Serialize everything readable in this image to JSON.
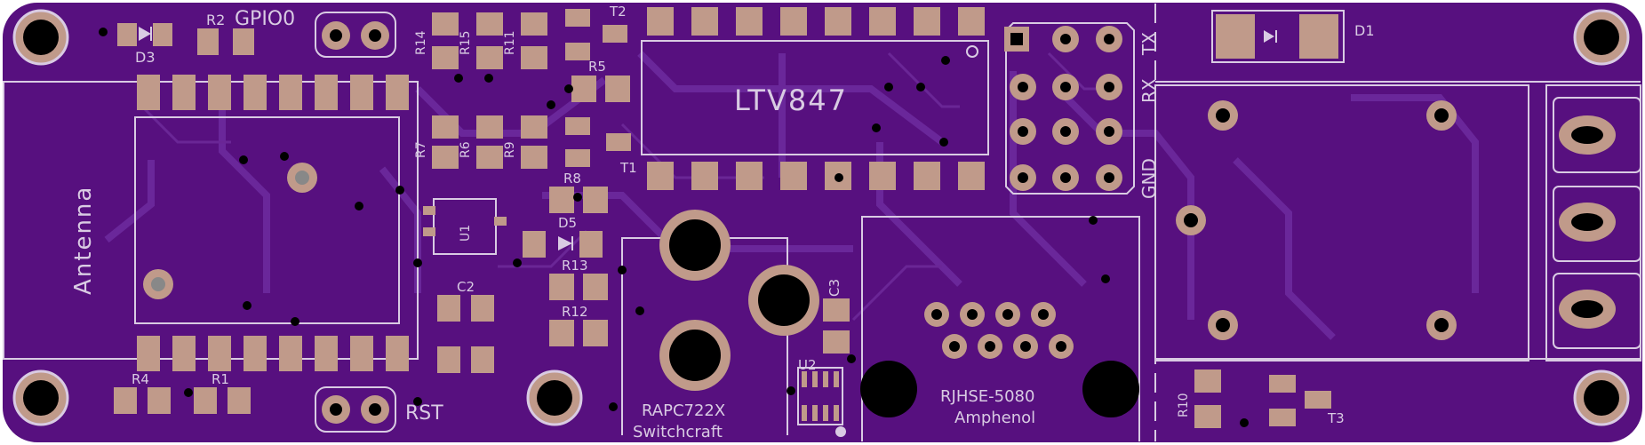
{
  "colors": {
    "board": "#57107f",
    "board_edge": "#ffffff",
    "copper": "#6a2a98",
    "trace": "#7a3aa8",
    "silk": "#d9cbe3",
    "pad": "#c09a8a",
    "hole": "#000000"
  },
  "silkscreen": {
    "d3": "D3",
    "r2": "R2",
    "gpio0": "GPIO0",
    "r14": "R14",
    "r15": "R15",
    "r11": "R11",
    "t2": "T2",
    "r5": "R5",
    "ic_label": "LTV847",
    "tx": "TX",
    "rx": "RX",
    "gnd": "GND",
    "d1": "D1",
    "r7": "R7",
    "r6": "R6",
    "r9": "R9",
    "t1": "T1",
    "r8": "R8",
    "d5": "D5",
    "u1": "U1",
    "antenna": "Antenna",
    "c2": "C2",
    "r13": "R13",
    "r12": "R12",
    "c3": "C3",
    "r4": "R4",
    "r1": "R1",
    "rst": "RST",
    "u2": "U2",
    "dc_jack": "RAPC722X",
    "dc_jack_maker": "Switchcraft",
    "rj_jack": "RJHSE-5080",
    "rj_jack_maker": "Amphenol",
    "r10": "R10",
    "t3": "T3"
  }
}
